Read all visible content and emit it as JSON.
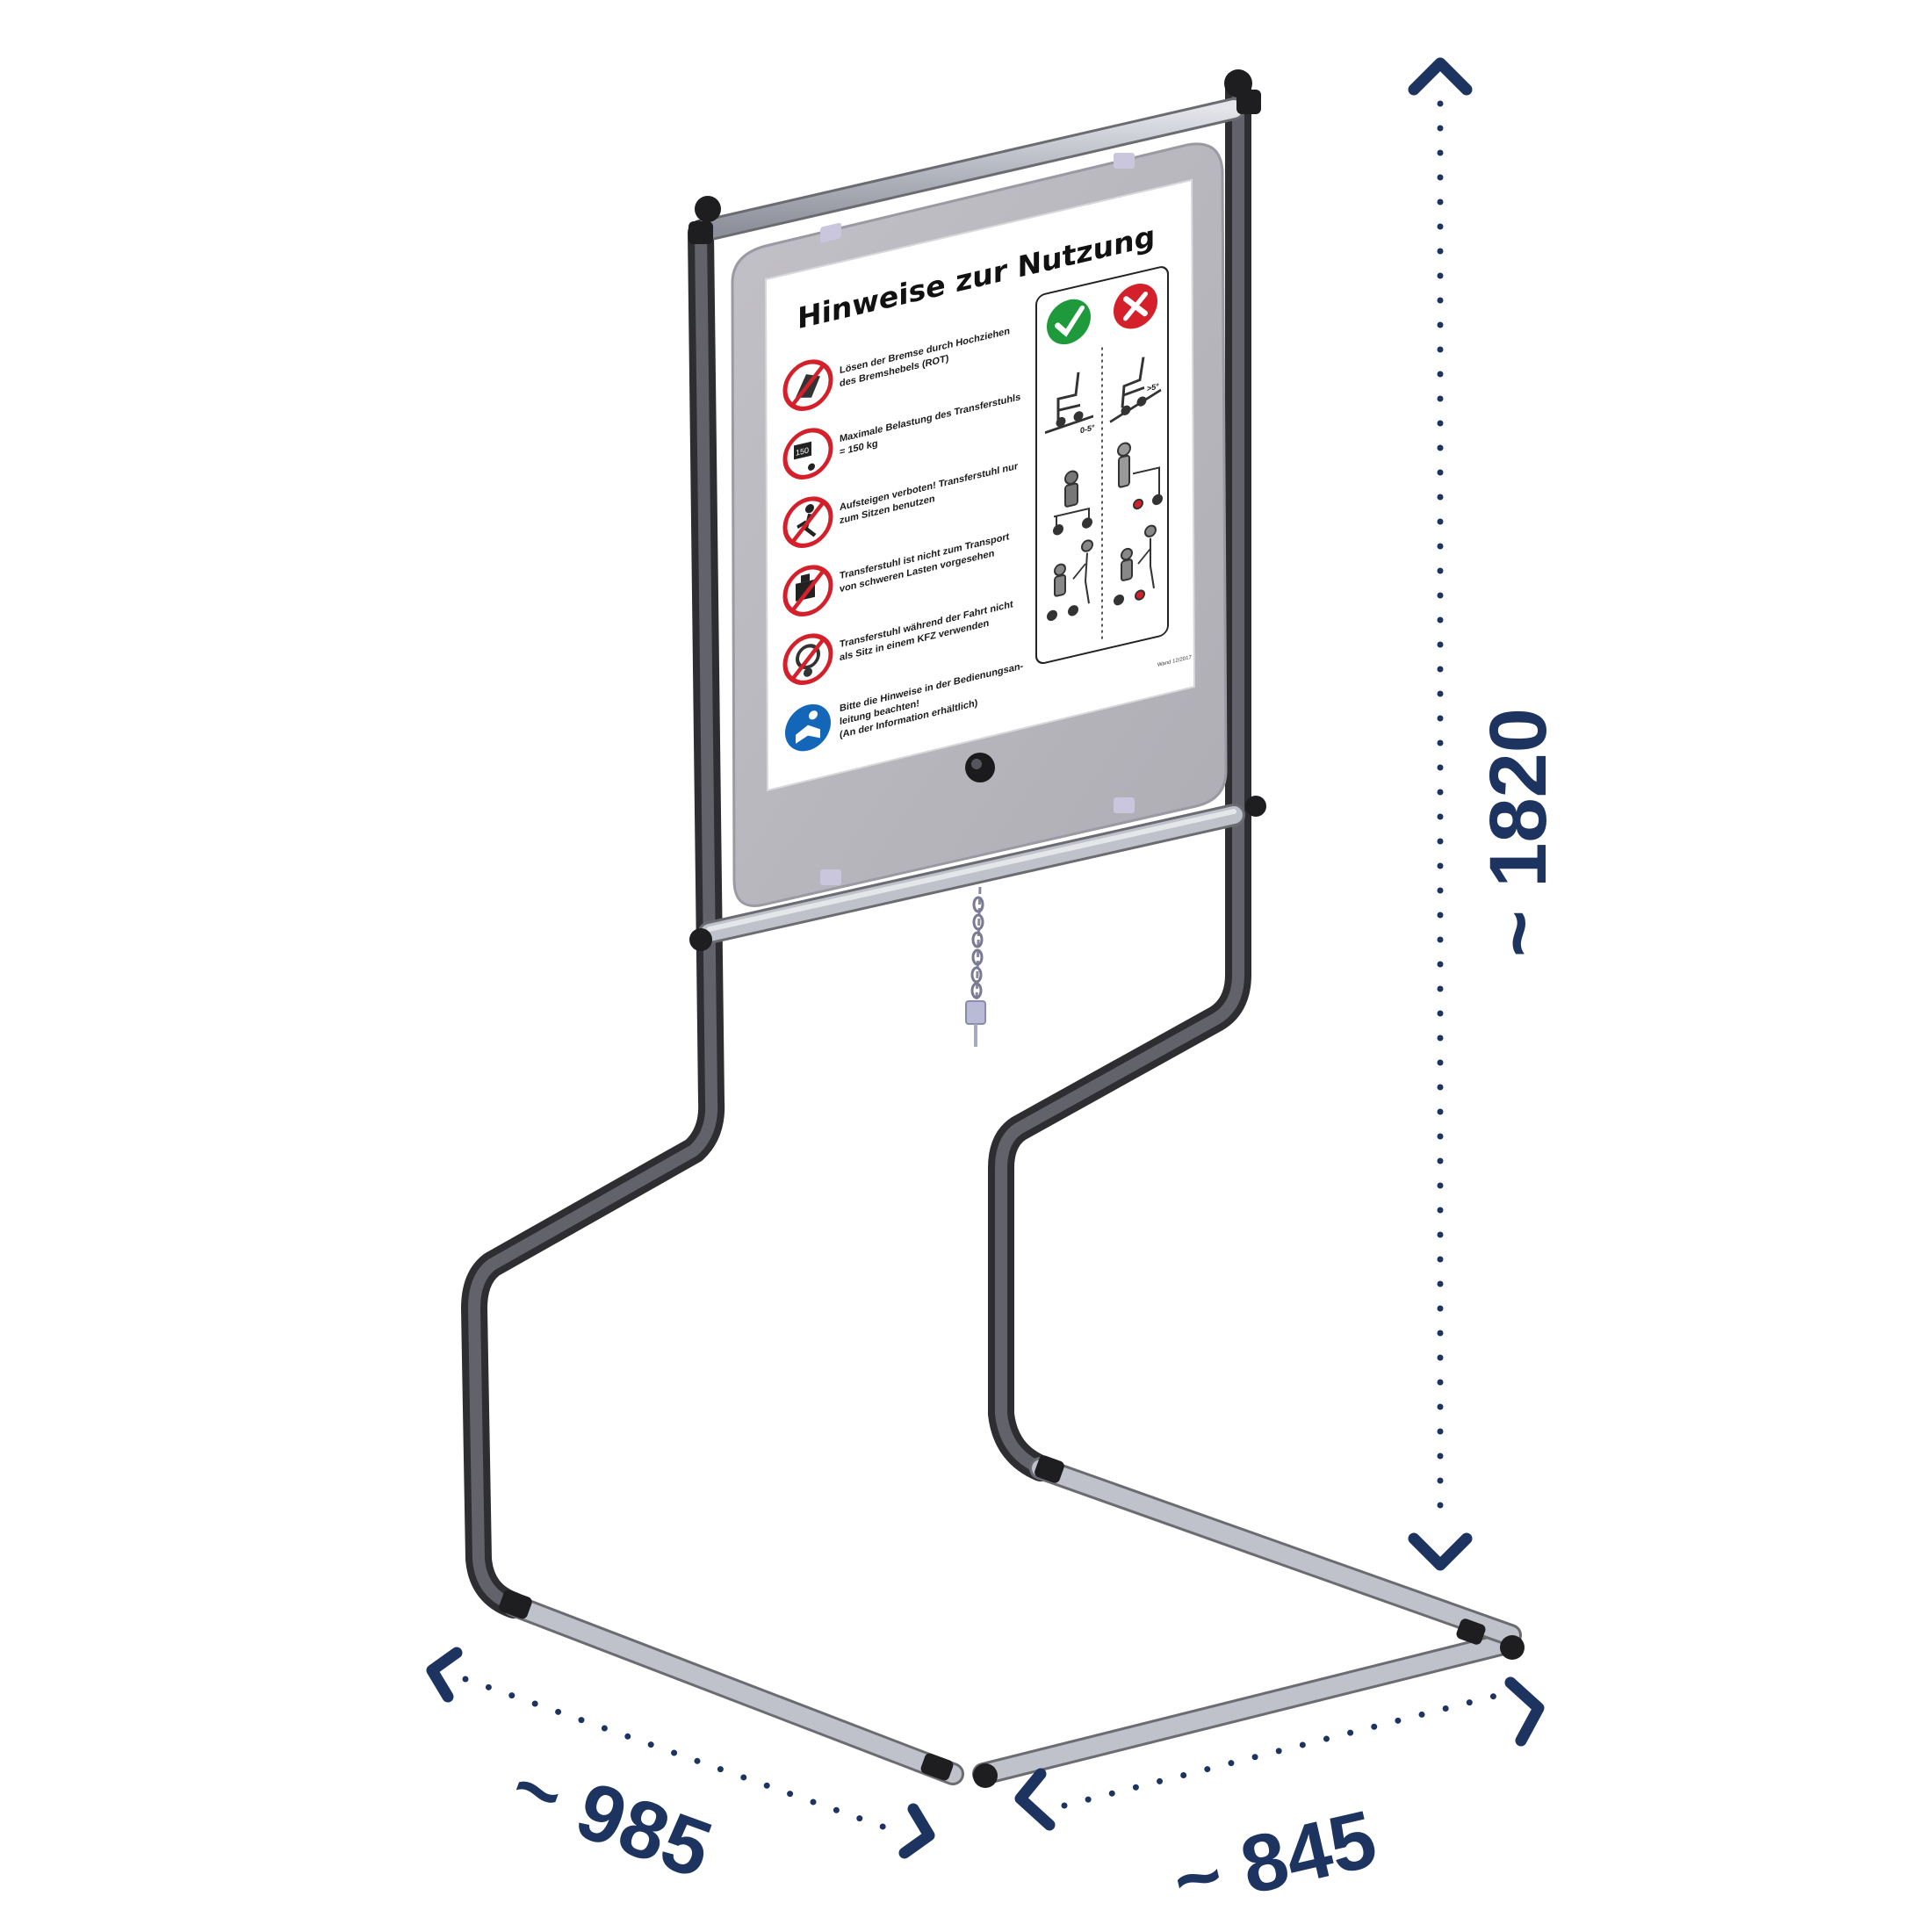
{
  "dimensions": {
    "height_label": "~ 1820",
    "width_label": "~ 985",
    "depth_label": "~ 845"
  },
  "sign": {
    "title": "Hinweise zur Nutzung",
    "rules": [
      {
        "icon": "brake-release-icon",
        "lines": [
          "Lösen der Bremse durch Hochziehen",
          "des Bremshebels (ROT)"
        ]
      },
      {
        "icon": "max-load-icon",
        "icon_text": "150",
        "lines": [
          "Maximale Belastung des Transferstuhls",
          "= 150 kg"
        ]
      },
      {
        "icon": "no-stepping-icon",
        "lines": [
          "Aufsteigen verboten! Transferstuhl nur",
          "zum Sitzen benutzen"
        ]
      },
      {
        "icon": "no-heavy-loads-icon",
        "lines": [
          "Transferstuhl ist nicht zum Transport",
          "von schweren Lasten vorgesehen"
        ]
      },
      {
        "icon": "no-car-seat-icon",
        "lines": [
          "Transferstuhl während der Fahrt nicht",
          "als Sitz in einem KFZ verwenden"
        ]
      },
      {
        "icon": "read-manual-icon",
        "lines": [
          "Bitte die Hinweise in der Bedienungsan-",
          "leitung beachten!",
          "(An der Information erhältlich)"
        ]
      }
    ],
    "slope_ok_label": "0-5°",
    "slope_bad_label": ">5°",
    "footer_code": "Wand 12/2017"
  },
  "colors": {
    "dimension_navy": "#1d3461",
    "frame_dark": "#4a4a4e",
    "frame_light": "#b9bcc4",
    "panel_grey": "#b4b3b9",
    "ok_green": "#1e9a3c",
    "prohibited_red": "#d4202a",
    "mandatory_blue": "#1466b8"
  }
}
